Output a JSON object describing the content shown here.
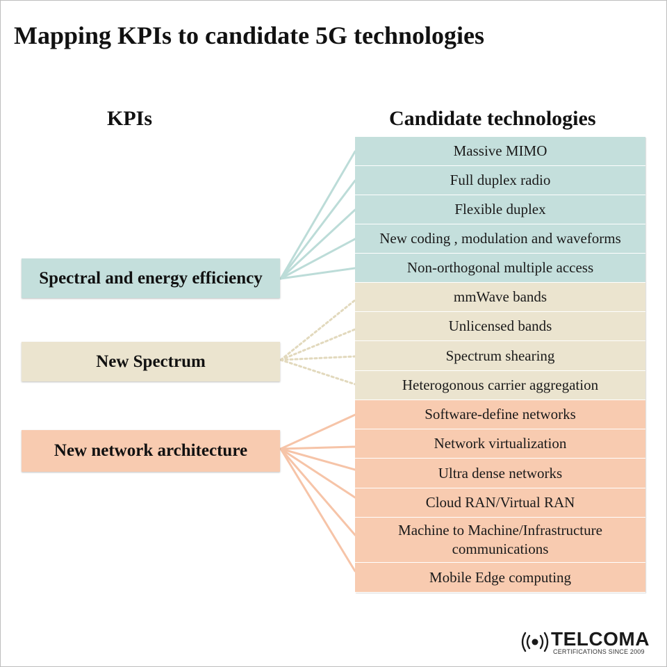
{
  "title": "Mapping KPIs to candidate 5G technologies",
  "headers": {
    "kpis": "KPIs",
    "technologies": "Candidate technologies"
  },
  "kpis": [
    {
      "label": "Spectral and energy efficiency",
      "color": "#c4dfdc"
    },
    {
      "label": "New Spectrum",
      "color": "#ebe4cf"
    },
    {
      "label": "New network architecture",
      "color": "#f8cbb0"
    }
  ],
  "technologies": [
    "Massive MIMO",
    "Full duplex radio",
    "Flexible duplex",
    "New coding , modulation and waveforms",
    "Non-orthogonal multiple access",
    "mmWave bands",
    "Unlicensed bands",
    "Spectrum shearing",
    "Heterogonous carrier aggregation",
    "Software-define networks",
    "Network virtualization",
    "Ultra dense networks",
    "Cloud RAN/Virtual RAN",
    "Machine to Machine/Infrastructure communications",
    "Mobile Edge computing"
  ],
  "connector_colors": {
    "solid_teal": "#bcdcd8",
    "dotted_beige": "#e2d9bd",
    "solid_peach": "#f6c4a8"
  },
  "logo": {
    "brand": "TELCOMA",
    "tagline": "CERTIFICATIONS SINCE 2009"
  }
}
